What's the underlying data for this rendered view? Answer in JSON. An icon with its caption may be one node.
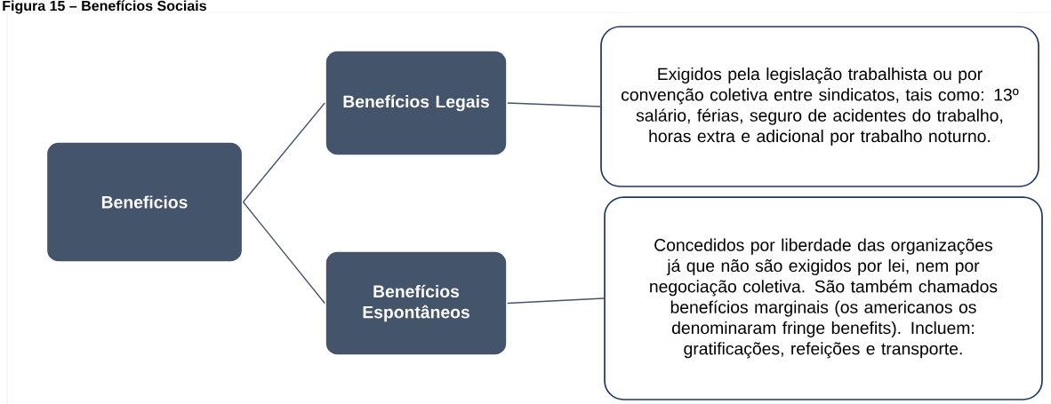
{
  "diagram": {
    "title": "Figura 15 – Benefícios Sociais",
    "nodes": [
      {
        "text": [
          "Beneficios"
        ]
      },
      {
        "text": [
          "Benefícios Legais"
        ]
      },
      {
        "text": [
          "Benefícios Espontâneos"
        ]
      },
      {
        "text": [
          "Exigidos pela legislação trabalhista ou por convenção coletiva entre sindicatos, tais como: 13º salário, férias, seguro de acidentes do trabalho, horas extra e adicional por trabalho noturno."
        ]
      },
      {
        "text": [
          "Concedidos por liberdade das organizações já que não são exigidos por lei, nem por negociação coletiva. São também chamados benefícios marginais (os americanos os denominaram fringe benefits). Incluem: gratificações, refeições e transporte."
        ]
      }
    ],
    "edges": [
      {
        "from": 0,
        "to": 1,
        "arrow": "none"
      },
      {
        "from": 0,
        "to": 2,
        "arrow": "none"
      },
      {
        "from": 1,
        "to": 3,
        "arrow": "none"
      },
      {
        "from": 2,
        "to": 4,
        "arrow": "none"
      }
    ]
  }
}
